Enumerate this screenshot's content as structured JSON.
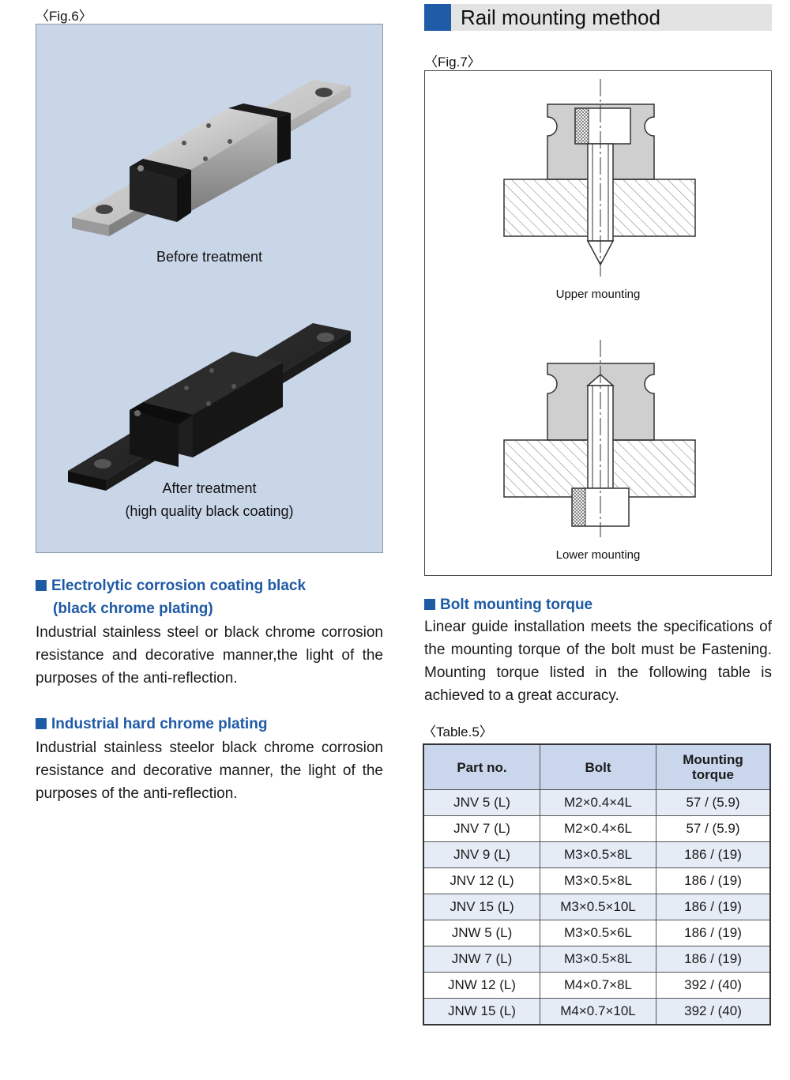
{
  "fig6": {
    "label": "〈Fig.6〉",
    "caption_before": "Before treatment",
    "caption_after_line1": "After treatment",
    "caption_after_line2": "(high quality black coating)"
  },
  "rail_section": {
    "title": "Rail mounting method"
  },
  "fig7": {
    "label": "〈Fig.7〉",
    "upper_caption": "Upper mounting",
    "lower_caption": "Lower mounting"
  },
  "coating_section": {
    "heading_line1": "Electrolytic corrosion coating black",
    "heading_line2": "(black chrome plating)",
    "body": "Industrial stainless steel or black chrome corrosion resistance and decorative manner,the light of the purposes of the anti-reflection."
  },
  "hard_chrome_section": {
    "heading": "Industrial hard chrome plating",
    "body": "Industrial stainless steelor black chrome corrosion resistance and decorative manner, the light of the purposes of the anti-reflection."
  },
  "torque_section": {
    "heading": "Bolt mounting torque",
    "body": "Linear guide installation meets the specifications of the mounting torque of the bolt must be Fastening. Mounting torque listed in the following table is achieved to a great accuracy."
  },
  "table": {
    "label": "〈Table.5〉",
    "headers": {
      "part": "Part no.",
      "bolt": "Bolt",
      "torque_line1": "Mounting",
      "torque_line2": "torque"
    },
    "rows": [
      {
        "part": "JNV 5 (L)",
        "bolt": "M2×0.4×4L",
        "torque": "57 / (5.9)"
      },
      {
        "part": "JNV 7 (L)",
        "bolt": "M2×0.4×6L",
        "torque": "57 / (5.9)"
      },
      {
        "part": "JNV 9 (L)",
        "bolt": "M3×0.5×8L",
        "torque": "186 / (19)"
      },
      {
        "part": "JNV 12 (L)",
        "bolt": "M3×0.5×8L",
        "torque": "186 / (19)"
      },
      {
        "part": "JNV 15 (L)",
        "bolt": "M3×0.5×10L",
        "torque": "186 / (19)"
      },
      {
        "part": "JNW 5 (L)",
        "bolt": "M3×0.5×6L",
        "torque": "186 / (19)"
      },
      {
        "part": "JNW 7 (L)",
        "bolt": "M3×0.5×8L",
        "torque": "186 / (19)"
      },
      {
        "part": "JNW 12 (L)",
        "bolt": "M4×0.7×8L",
        "torque": "392 / (40)"
      },
      {
        "part": "JNW 15 (L)",
        "bolt": "M4×0.7×10L",
        "torque": "392 / (40)"
      }
    ]
  },
  "colors": {
    "accent": "#1f5ba7",
    "panel": "#c9d6e8",
    "table_header": "#c9d6ec"
  }
}
